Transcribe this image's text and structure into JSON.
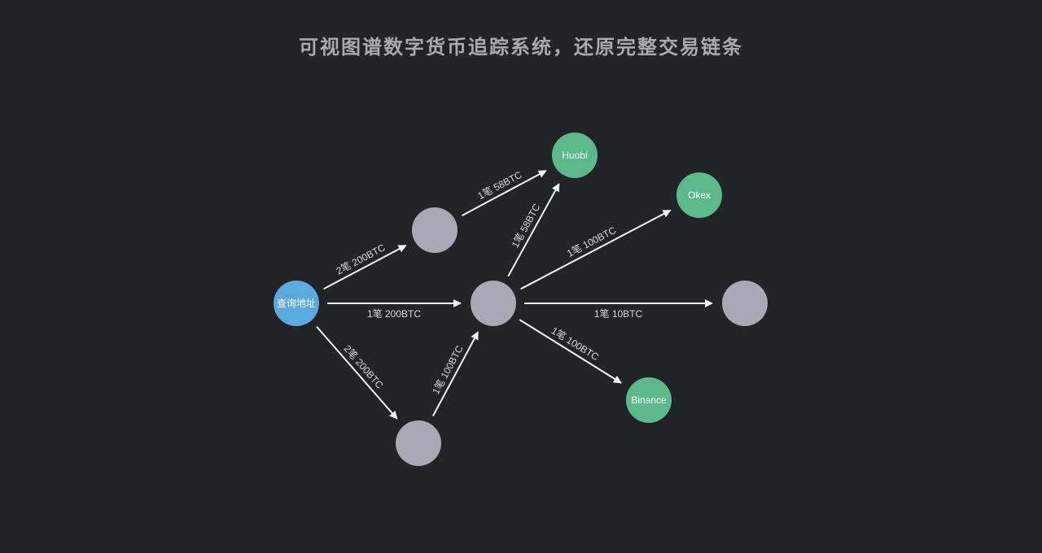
{
  "title": "可视图谱数字货币追踪系统，还原完整交易链条",
  "colors": {
    "background": "#232428",
    "query_node": "#5aaadf",
    "exchange_node": "#5bb98a",
    "wallet_node": "#a8a9b4",
    "edge": "#f2f2f2"
  },
  "nodes": [
    {
      "id": "query",
      "label": "查询地址",
      "kind": "query"
    },
    {
      "id": "w_top",
      "label": "",
      "kind": "wallet"
    },
    {
      "id": "w_center",
      "label": "",
      "kind": "wallet"
    },
    {
      "id": "w_bottom",
      "label": "",
      "kind": "wallet"
    },
    {
      "id": "w_right",
      "label": "",
      "kind": "wallet"
    },
    {
      "id": "huobi",
      "label": "Huobi",
      "kind": "exchange"
    },
    {
      "id": "okex",
      "label": "Okex",
      "kind": "exchange"
    },
    {
      "id": "binance",
      "label": "Binance",
      "kind": "exchange"
    }
  ],
  "edges": [
    {
      "from": "query",
      "to": "w_top",
      "label": "2笔 200BTC"
    },
    {
      "from": "query",
      "to": "w_center",
      "label": "1笔 200BTC"
    },
    {
      "from": "query",
      "to": "w_bottom",
      "label": "2笔 200BTC"
    },
    {
      "from": "w_top",
      "to": "huobi",
      "label": "1笔 58BTC"
    },
    {
      "from": "w_bottom",
      "to": "w_center",
      "label": "1笔 100BTC"
    },
    {
      "from": "w_center",
      "to": "huobi",
      "label": "1笔 58BTC"
    },
    {
      "from": "w_center",
      "to": "okex",
      "label": "1笔 100BTC"
    },
    {
      "from": "w_center",
      "to": "w_right",
      "label": "1笔 10BTC"
    },
    {
      "from": "w_center",
      "to": "binance",
      "label": "1笔 100BTC"
    }
  ]
}
